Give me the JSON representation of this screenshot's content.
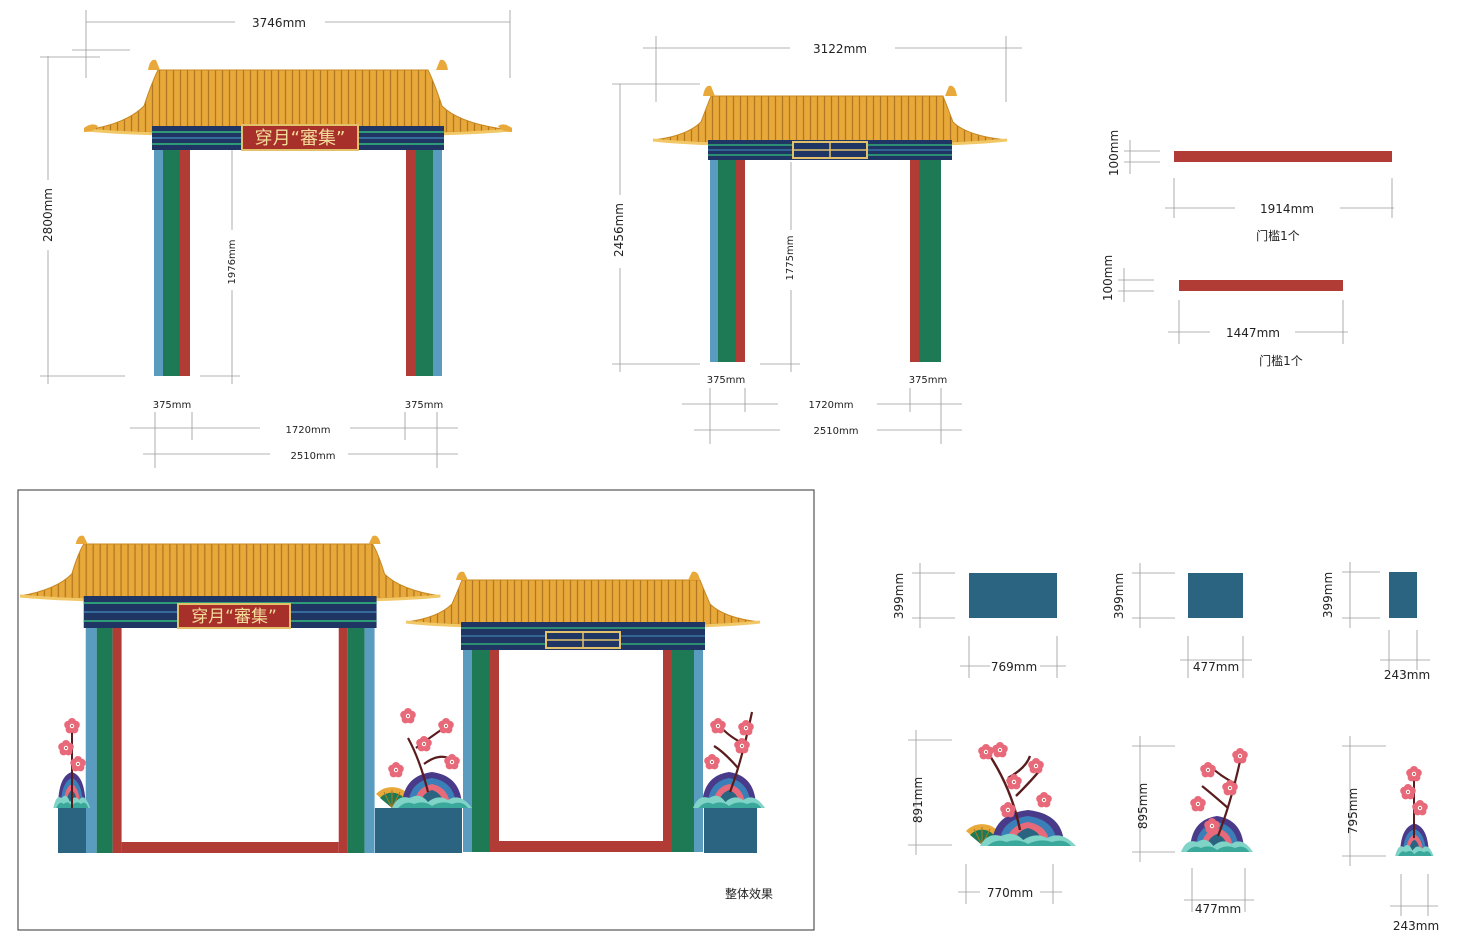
{
  "colors": {
    "roof_gold": "#e8a93a",
    "roof_line": "#b07820",
    "beam_navy": "#1f3563",
    "pillar_blue": "#5a9bc0",
    "pillar_green": "#1e7a55",
    "pillar_red": "#b03c35",
    "block_teal": "#2a6480",
    "sill_red": "#b03c35",
    "plaque_red": "#a8302a",
    "plaque_gold": "#e3c16a",
    "blossom_pink": "#e86a7a",
    "branch_dark": "#5a1c1c"
  },
  "gate_large": {
    "plaque_text": "穿月“審集”",
    "dims": {
      "width": "3746mm",
      "height": "2800mm",
      "opening_height": "1976mm",
      "pillar_left": "375mm",
      "pillar_right": "375mm",
      "opening_width": "1720mm",
      "overall_width": "2510mm"
    }
  },
  "gate_small": {
    "dims": {
      "width": "3122mm",
      "height": "2456mm",
      "opening_height": "1775mm",
      "pillar_left": "375mm",
      "pillar_right": "375mm",
      "opening_width": "1720mm",
      "overall_width": "2510mm"
    }
  },
  "sills": [
    {
      "height": "100mm",
      "length": "1914mm",
      "caption": "门槛1个"
    },
    {
      "height": "100mm",
      "length": "1447mm",
      "caption": "门槛1个"
    }
  ],
  "blocks": [
    {
      "height": "399mm",
      "width": "769mm"
    },
    {
      "height": "399mm",
      "width": "477mm"
    },
    {
      "height": "399mm",
      "width": "243mm"
    }
  ],
  "decor": [
    {
      "height": "891mm",
      "width": "770mm"
    },
    {
      "height": "895mm",
      "width": "477mm"
    },
    {
      "height": "795mm",
      "width": "243mm"
    }
  ],
  "overview": {
    "caption": "整体效果"
  }
}
